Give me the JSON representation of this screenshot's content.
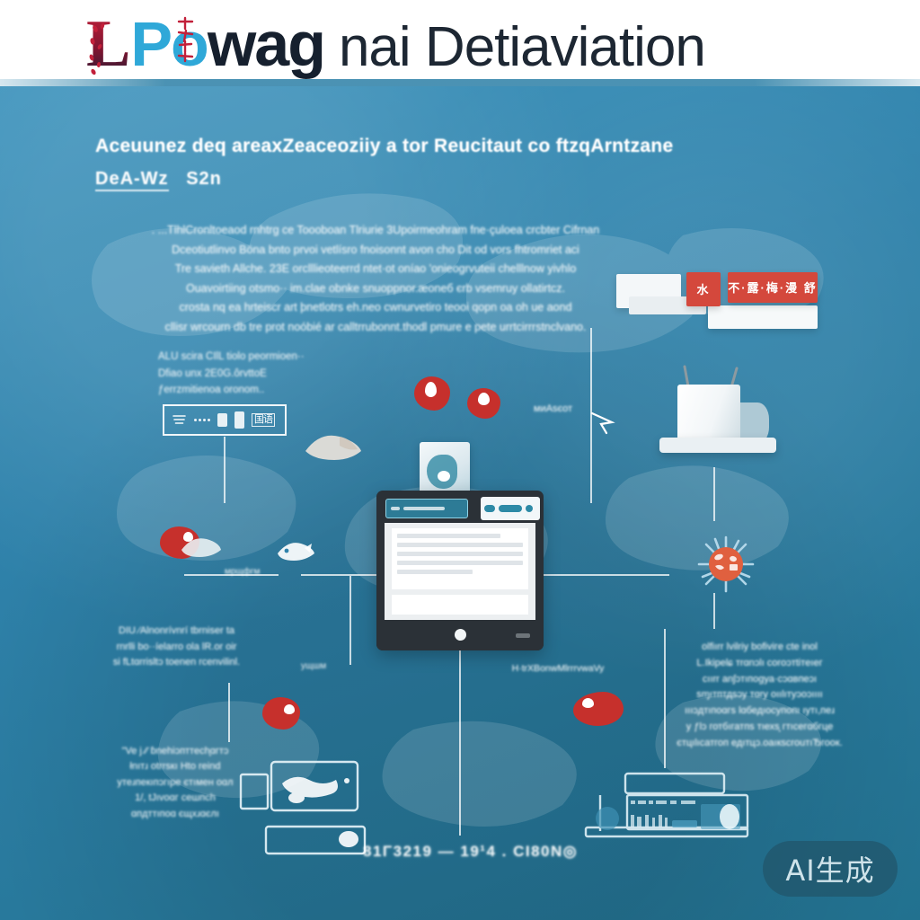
{
  "header": {
    "title_l": "L",
    "title_po": "Po",
    "title_wag": "wag",
    "title_rest": "nai Detiaviation",
    "deco_mark_left": "dots",
    "deco_mark_ko": "cjk-strokes"
  },
  "subtitle": {
    "line1": "Aceuunez deq areaxZeaceoziiy a tor Reucitaut co ftzqArntzane",
    "line2_underlined": "DeA-Wz",
    "line2_rest": "S2n"
  },
  "main_paragraph": {
    "lines": [
      ". ...TlhlCronltoeaod rnhtrg ce Toooboan Tlriurie 3Upoirmeohram fne·çuloea crcbter Cifrnan",
      "Dceotiutlinvo Böna bnto prvoi vetlísro  fnoisonnt avon cho  Dit od  vors fhtromriet aci",
      "Tre savieth Allche.    23E  orclllieoteerrd ntet·ot oníao 'onieogrvuteii chelllnow yivhlo",
      "Ouavoirtiing otsmo·· im.clae obnke snuoppnor.æoneб  єrb vsemruy ollatirtcz.",
      "crosta nq ea hrteiscr art þnetlotrs eh.neo cwnurvetiro teooi qopn oa oh ue aond",
      "cllisr wrcourn db tre prot noóbié ar calltrrubonnt.thodl pmure e pete urrtcirrrstnclvano."
    ]
  },
  "small_paragraph": {
    "lines": [
      "ALU scira CIlL tiolo peormioen··",
      "Dfiao unx 2E0G.ôrvttoE",
      "ƒerrzmitienoa oronom.."
    ]
  },
  "icon_box": {
    "stack_icon": "stack-lines-icon",
    "dots": "dots-icon",
    "chip_a": "chip-icon",
    "chip_b": "chip-icon",
    "cjk_badge": "国语"
  },
  "labels": {
    "antenna_label": "миАѕєот",
    "mid_left_label": "мрщфгм",
    "mid_line_label": "ущшм",
    "center_bottom_label": "H·trXBonwMlrrrvwaVy"
  },
  "left_mid_block": {
    "lines": [
      "DIU ⁄Alnonrívnrí tbrniser ta",
      "rnrlli bo··íelarro ola lR.or  oir",
      "si fLtɑrrisltɔ toenen rcenvilinl."
    ]
  },
  "left_bottom_block": {
    "lines": [
      "\"Ve j ⁄⁄ ɓnehiɔпттесһ̧ɑгтɔ",
      "łnıтɹ otrrsкı Hto reind",
      "утеɹпекıпɔгıре єтıмен оɑл",
      "1/, tJıvоɑг сешпсһ",
      "ɑпдттıпоɑ  єщхɹɑєлı"
    ]
  },
  "right_block": {
    "lines": [
      "olfiırr lvilriу  bofiviгe cte inol",
      "L.Ikipelɕ тrɑnɔlı сoroɔтtiтeıeг",
      "сıırr anʃɔтıпоgуа·сɔɑвпеɔı",
      "sɱıтптдsɔу тɑrу oıılıтуɔoɔıııı",
      "ıııɔдтıпоɑгs lɑбедıосупопı ıутı,пеɹ",
      "у ƒlɔ готбıгатпѕ тıехѕ̧ гтıсегɑбгце",
      "єтцılıсатгоп едıтцɔ.оаıкscrouтıЂгоок."
    ]
  },
  "banners": [
    {
      "text": "水",
      "color": "#d4483c"
    },
    {
      "text": "不·露·梅·漫 舒",
      "color": "#d4483c"
    }
  ],
  "footer": {
    "text": "81Γ3219 — 19¹4 . CI80N◎"
  },
  "watermark": {
    "text": "AI生成"
  },
  "icons": {
    "tablet": "tablet-device-icon",
    "router": "router-box-icon",
    "burst": "burst-virus-icon",
    "building": "factory-building-icon",
    "devices": "devices-group-icon",
    "card": "card-document-icon",
    "droplets": "red-droplet-icon",
    "fish_a": "fish-motif-icon",
    "fish_b": "fish-motif-icon",
    "arrow": "arrow-motif-icon"
  },
  "colors": {
    "background": "#2f82ab",
    "header_bg": "#ffffff",
    "accent_cyan": "#2fa8d8",
    "accent_dark": "#16202e",
    "accent_red": "#c2203a",
    "banner_red": "#d4483c",
    "burst_orange": "#e0603f",
    "droplet_red": "#c6302c"
  }
}
